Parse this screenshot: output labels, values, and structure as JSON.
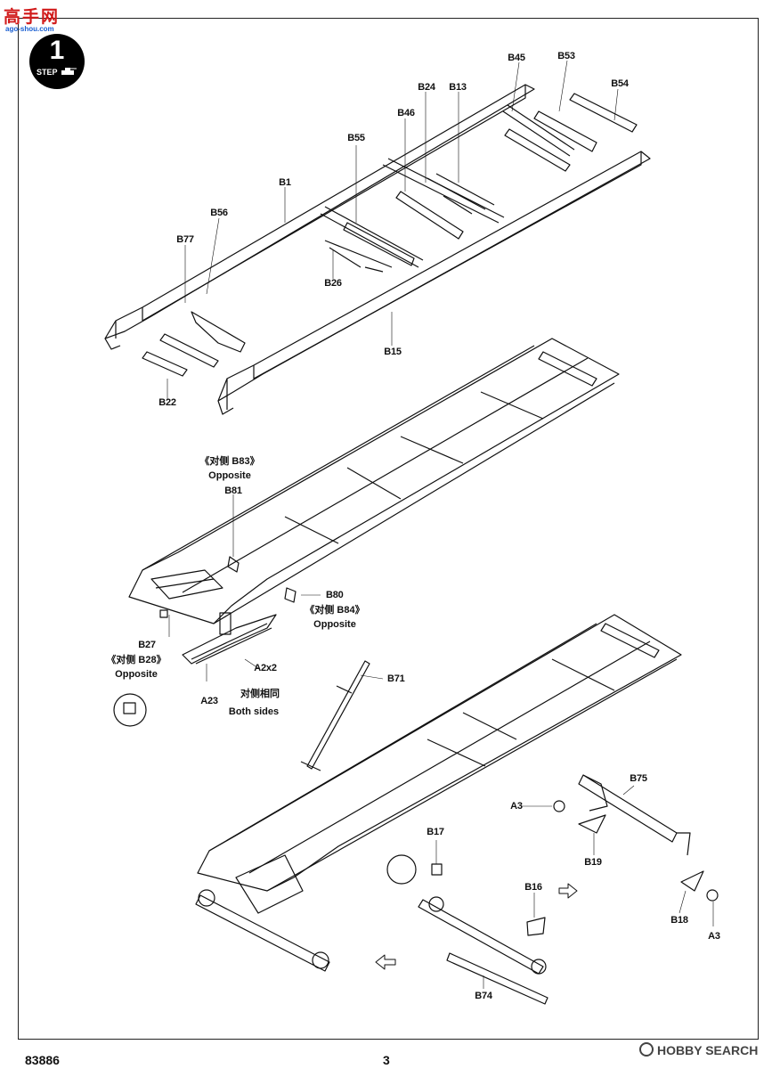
{
  "watermark_top": {
    "brand": "高手网",
    "url": "ago-shou.com"
  },
  "step": {
    "number": "1",
    "label": "STEP"
  },
  "parts": {
    "B45": "B45",
    "B53": "B53",
    "B54": "B54",
    "B24": "B24",
    "B13": "B13",
    "B46": "B46",
    "B55": "B55",
    "B1": "B1",
    "B56": "B56",
    "B77": "B77",
    "B26": "B26",
    "B15": "B15",
    "B22": "B22",
    "B81": "B81",
    "B80": "B80",
    "B27": "B27",
    "A23": "A23",
    "A2x2": "A2x2",
    "B71": "B71",
    "B75": "B75",
    "A3a": "A3",
    "B19": "B19",
    "B17": "B17",
    "B16": "B16",
    "B18": "B18",
    "A3b": "A3",
    "B74": "B74"
  },
  "notes": {
    "opp_b83": "《对侧 B83》",
    "opp_b84": "《对侧 B84》",
    "opp_b28": "《对侧 B28》",
    "opposite": "Opposite",
    "both_sides_cn": "对侧相同",
    "both_sides_en": "Both sides"
  },
  "footer": {
    "code": "83886",
    "page": "3",
    "watermark": "HOBBY SEARCH"
  }
}
